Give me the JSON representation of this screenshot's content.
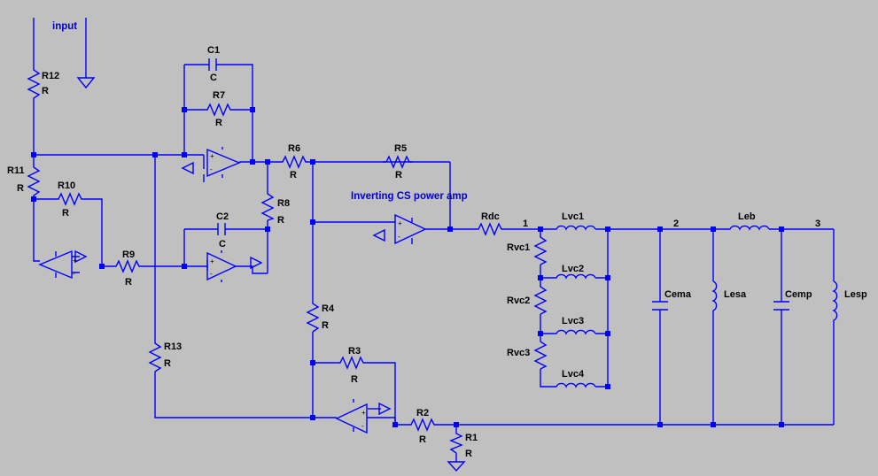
{
  "schematic": {
    "annotations": {
      "input": "input",
      "amp": "Inverting CS power amp"
    },
    "components": {
      "R12": {
        "ref": "R12",
        "value": "R"
      },
      "R11": {
        "ref": "R11",
        "value": "R"
      },
      "R10": {
        "ref": "R10",
        "value": "R"
      },
      "R9": {
        "ref": "R9",
        "value": "R"
      },
      "R13": {
        "ref": "R13",
        "value": "R"
      },
      "C1": {
        "ref": "C1",
        "value": "C"
      },
      "R7": {
        "ref": "R7",
        "value": "R"
      },
      "C2": {
        "ref": "C2",
        "value": "C"
      },
      "R8": {
        "ref": "R8",
        "value": "R"
      },
      "R6": {
        "ref": "R6",
        "value": "R"
      },
      "R5": {
        "ref": "R5",
        "value": "R"
      },
      "R4": {
        "ref": "R4",
        "value": "R"
      },
      "R3": {
        "ref": "R3",
        "value": "R"
      },
      "R2": {
        "ref": "R2",
        "value": "R"
      },
      "R1": {
        "ref": "R1",
        "value": "R"
      },
      "Rdc": {
        "ref": "Rdc"
      },
      "Rvc1": {
        "ref": "Rvc1"
      },
      "Rvc2": {
        "ref": "Rvc2"
      },
      "Rvc3": {
        "ref": "Rvc3"
      },
      "Lvc1": {
        "ref": "Lvc1"
      },
      "Lvc2": {
        "ref": "Lvc2"
      },
      "Lvc3": {
        "ref": "Lvc3"
      },
      "Lvc4": {
        "ref": "Lvc4"
      },
      "Cema": {
        "ref": "Cema"
      },
      "Lesa": {
        "ref": "Lesa"
      },
      "Leb": {
        "ref": "Leb"
      },
      "Cemp": {
        "ref": "Cemp"
      },
      "Lesp": {
        "ref": "Lesp"
      }
    },
    "nodes": {
      "n1": "1",
      "n2": "2",
      "n3": "3"
    },
    "opamp_pins": {
      "plus": "+",
      "minus": "-"
    }
  }
}
